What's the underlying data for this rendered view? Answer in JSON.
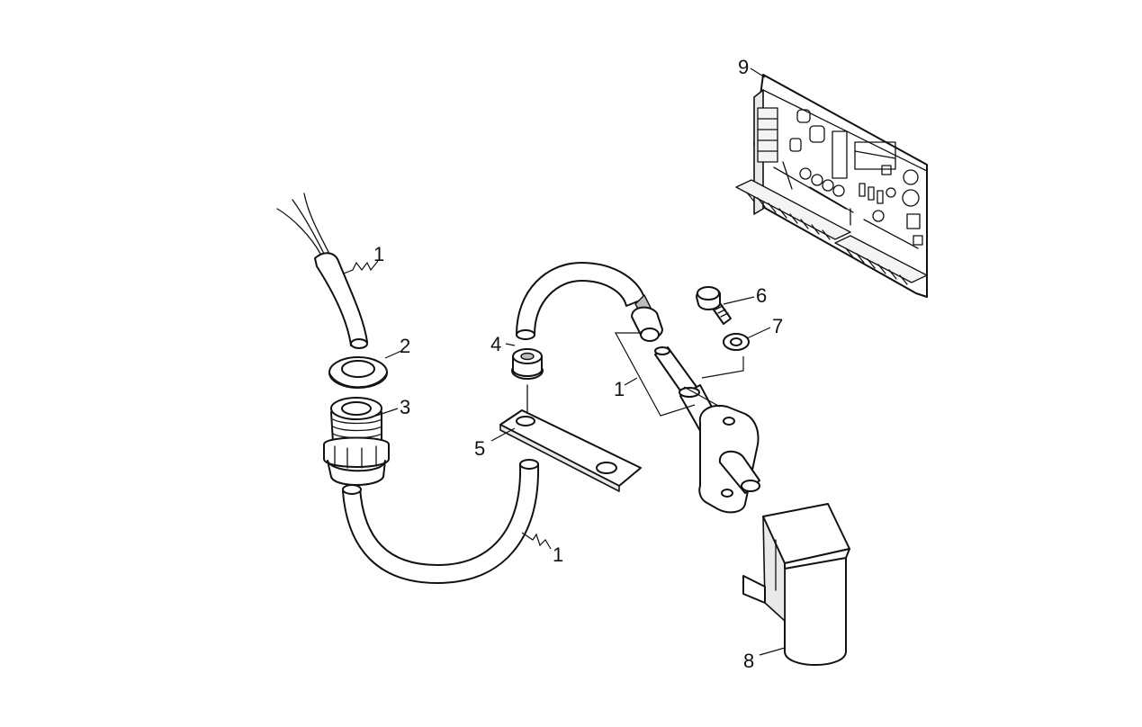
{
  "callouts": {
    "c1_top": "1",
    "c2": "2",
    "c3": "3",
    "c4": "4",
    "c5": "5",
    "c1_mid": "1",
    "c6": "6",
    "c7": "7",
    "c1_bottom": "1",
    "c8": "8",
    "c9": "9"
  },
  "colors": {
    "line": "#111111",
    "background": "#ffffff"
  }
}
